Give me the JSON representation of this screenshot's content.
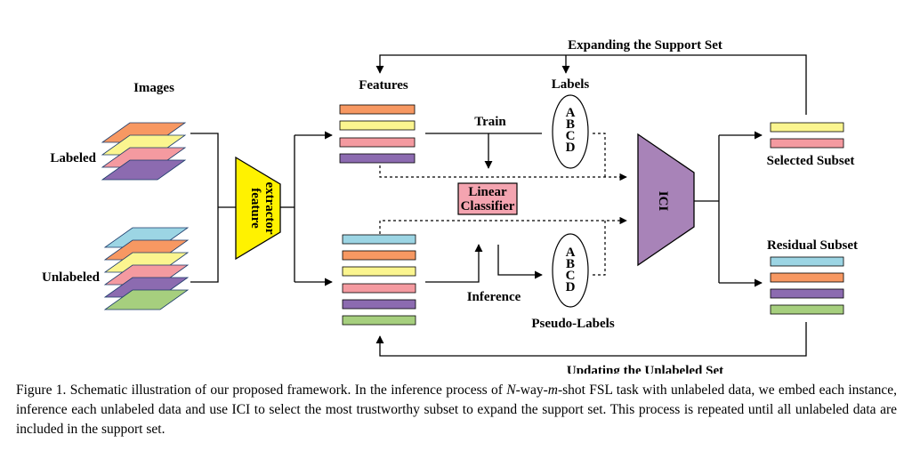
{
  "diagram": {
    "labels": {
      "images": "Images",
      "labeled": "Labeled",
      "unlabeled": "Unlabeled",
      "feature_extractor_line1": "feature",
      "feature_extractor_line2": "extractor",
      "features": "Features",
      "labels": "Labels",
      "train": "Train",
      "linear_classifier_line1": "Linear",
      "linear_classifier_line2": "Classifier",
      "inference": "Inference",
      "pseudo_labels": "Pseudo-Labels",
      "ici": "ICI",
      "selected_subset": "Selected Subset",
      "residual_subset": "Residual Subset",
      "expanding": "Expanding the Support Set",
      "updating": "Updating the Unlabeled Set"
    },
    "class_letters": [
      "A",
      "B",
      "C",
      "D"
    ],
    "colors": {
      "orange": "#f79862",
      "yellow": "#fbf58f",
      "pink": "#f49aa0",
      "purple": "#8c6bb0",
      "blue": "#9cd5e4",
      "green": "#a6cf7e",
      "extractor_fill": "#fff200",
      "ici_fill": "#a883b8",
      "classifier_fill": "#f4a4b0"
    }
  },
  "caption": {
    "prefix": "Figure 1. Schematic illustration of our proposed framework. In the inference process of ",
    "var_n": "N",
    "way": "-way-",
    "var_m": "m",
    "suffix": "-shot FSL task with unlabeled data, we embed each instance, inference each unlabeled data and use ICI to select the most trustworthy subset to expand the support set. This process is repeated until all unlabeled data are included in the support set."
  }
}
